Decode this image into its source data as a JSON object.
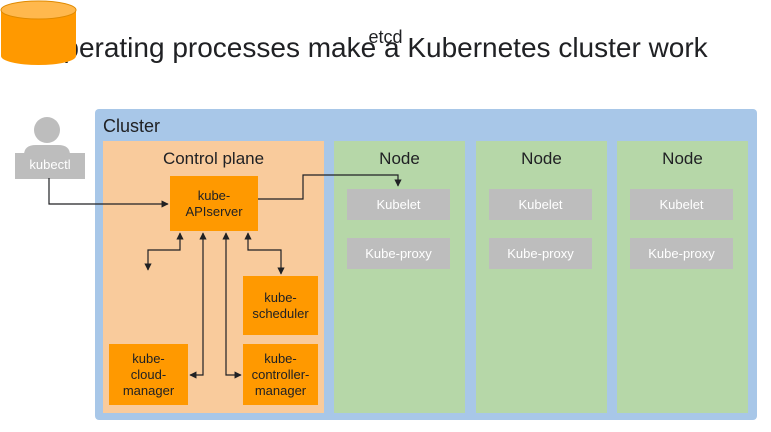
{
  "slide": {
    "title": "Cooperating processes make a Kubernetes cluster work"
  },
  "user": {
    "icon": "person-icon",
    "label": "kubectl"
  },
  "cluster": {
    "label": "Cluster",
    "control_plane": {
      "label": "Control plane",
      "components": {
        "apiserver": "kube-\nAPIserver",
        "etcd": "etcd",
        "scheduler": "kube-\nscheduler",
        "cloud_manager": "kube-\ncloud-\nmanager",
        "controller_manager": "kube-\ncontroller-\nmanager"
      }
    },
    "nodes": [
      {
        "label": "Node",
        "kubelet": "Kubelet",
        "proxy": "Kube-proxy"
      },
      {
        "label": "Node",
        "kubelet": "Kubelet",
        "proxy": "Kube-proxy"
      },
      {
        "label": "Node",
        "kubelet": "Kubelet",
        "proxy": "Kube-proxy"
      }
    ]
  },
  "colors": {
    "accent": "#4285f4",
    "cluster": "#a8c7e8",
    "control_plane": "#f9cb9c",
    "component": "#ff9900",
    "node": "#b6d7a8",
    "node_box": "#bdbdbd",
    "user_icon": "#bdbdbd"
  }
}
